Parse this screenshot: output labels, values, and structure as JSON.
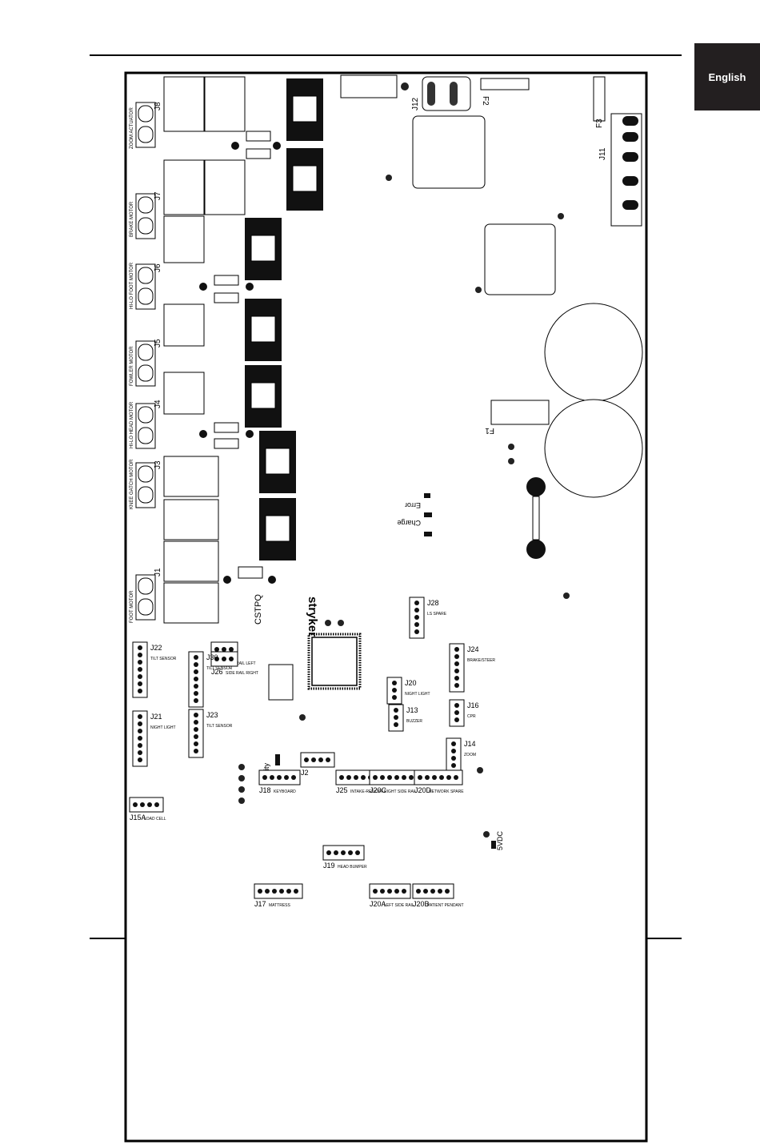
{
  "page": {
    "language_tab": "English"
  },
  "board": {
    "logo": "stryker",
    "cstpq": "CSTPQ",
    "headers": [
      {
        "id": "J8",
        "desc": "ZOOM ACTUATOR"
      },
      {
        "id": "J7",
        "desc": "BRAKE MOTOR"
      },
      {
        "id": "J6",
        "desc": "HI-LO FOOT MOTOR"
      },
      {
        "id": "J5",
        "desc": "FOWLER MOTOR"
      },
      {
        "id": "J4",
        "desc": "HI-LO HEAD MOTOR"
      },
      {
        "id": "J3",
        "desc": "KNEE GATCH MOTOR"
      },
      {
        "id": "J1",
        "desc": "FOOT MOTOR"
      }
    ],
    "small_connectors": [
      {
        "id": "J27",
        "desc": "SIDE RAIL LEFT"
      },
      {
        "id": "J26",
        "desc": "SIDE RAIL RIGHT"
      },
      {
        "id": "J30",
        "desc": "TILT SENSOR"
      },
      {
        "id": "J22",
        "desc": "TILT SENSOR"
      },
      {
        "id": "J21",
        "desc": "NIGHT LIGHT"
      },
      {
        "id": "J23",
        "desc": "TILT SENSOR"
      },
      {
        "id": "J24",
        "desc": "BRAKE/STEER"
      },
      {
        "id": "J28",
        "desc": "LS SPARE"
      },
      {
        "id": "J20",
        "desc": "NIGHT LIGHT"
      },
      {
        "id": "J13",
        "desc": "BUZZER"
      },
      {
        "id": "J16",
        "desc": "CPR"
      },
      {
        "id": "J14",
        "desc": "ZOOM"
      },
      {
        "id": "J18",
        "desc": "KEYBOARD"
      },
      {
        "id": "J2",
        "desc": ""
      },
      {
        "id": "J25",
        "desc": "INTAKE-RED OFF"
      },
      {
        "id": "J20C",
        "desc": "RIGHT SIDE RAIL"
      },
      {
        "id": "J20D",
        "desc": "NETWORK SPARE"
      },
      {
        "id": "J19",
        "desc": "HEAD BUMPER"
      },
      {
        "id": "J17",
        "desc": "MATTRESS"
      },
      {
        "id": "J20A",
        "desc": "LEFT SIDE RAIL"
      },
      {
        "id": "J20B",
        "desc": "PATIENT PENDANT"
      },
      {
        "id": "J15A",
        "desc": "LOAD CELL"
      }
    ],
    "power": {
      "j12": "J12",
      "j11": "J11",
      "f1": "F1",
      "f2": "F2",
      "f3": "F3"
    },
    "leds": {
      "error": "Error",
      "charge": "Charge",
      "sanity": "Sanity",
      "vdc": "5VDC"
    }
  }
}
